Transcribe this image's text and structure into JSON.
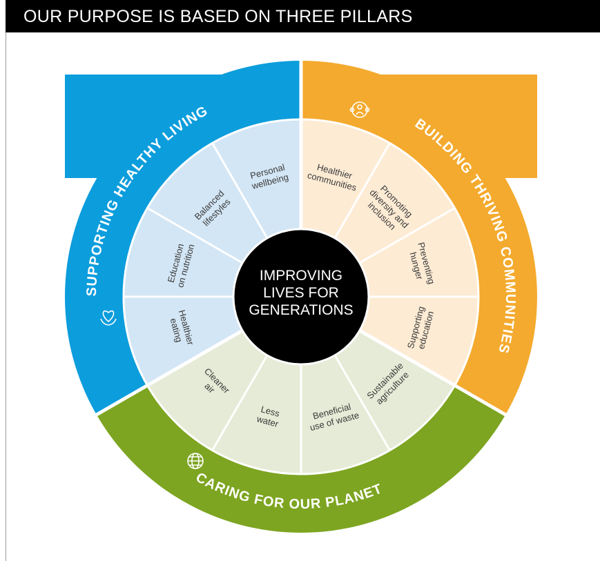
{
  "header": {
    "title": "OUR PURPOSE IS BASED ON THREE PILLARS"
  },
  "center": {
    "lines": [
      "IMPROVING",
      "LIVES FOR",
      "GENERATIONS"
    ]
  },
  "colors": {
    "healthy_outer": "#0c9ddc",
    "healthy_inner": "#d3e6f5",
    "thriving_outer": "#f4aa2e",
    "thriving_inner": "#fdebd4",
    "planet_outer": "#7da521",
    "planet_inner": "#e5ebd6",
    "center": "#000000",
    "divider": "#ffffff"
  },
  "pillars": {
    "healthy": {
      "title": "SUPPORTING HEALTHY LIVING",
      "icon": "heart-hand-icon",
      "segments": [
        [
          "Personal",
          "wellbeing"
        ],
        [
          "Balanced",
          "lifestyles"
        ],
        [
          "Education",
          "on nutrition"
        ],
        [
          "Healthier",
          "eating"
        ]
      ]
    },
    "thriving": {
      "title": "BUILDING THRIVING COMMUNITIES",
      "icon": "community-icon",
      "segments": [
        [
          "Healthier",
          "communities"
        ],
        [
          "Promoting",
          "diversity and",
          "inclusion"
        ],
        [
          "Preventing",
          "hunger"
        ],
        [
          "Supporting",
          "education"
        ]
      ]
    },
    "planet": {
      "title": "CARING FOR OUR PLANET",
      "icon": "globe-icon",
      "segments": [
        [
          "Cleaner",
          "air"
        ],
        [
          "Less",
          "water"
        ],
        [
          "Beneficial",
          "use of waste"
        ],
        [
          "Sustainable",
          "agriculture"
        ]
      ]
    }
  }
}
